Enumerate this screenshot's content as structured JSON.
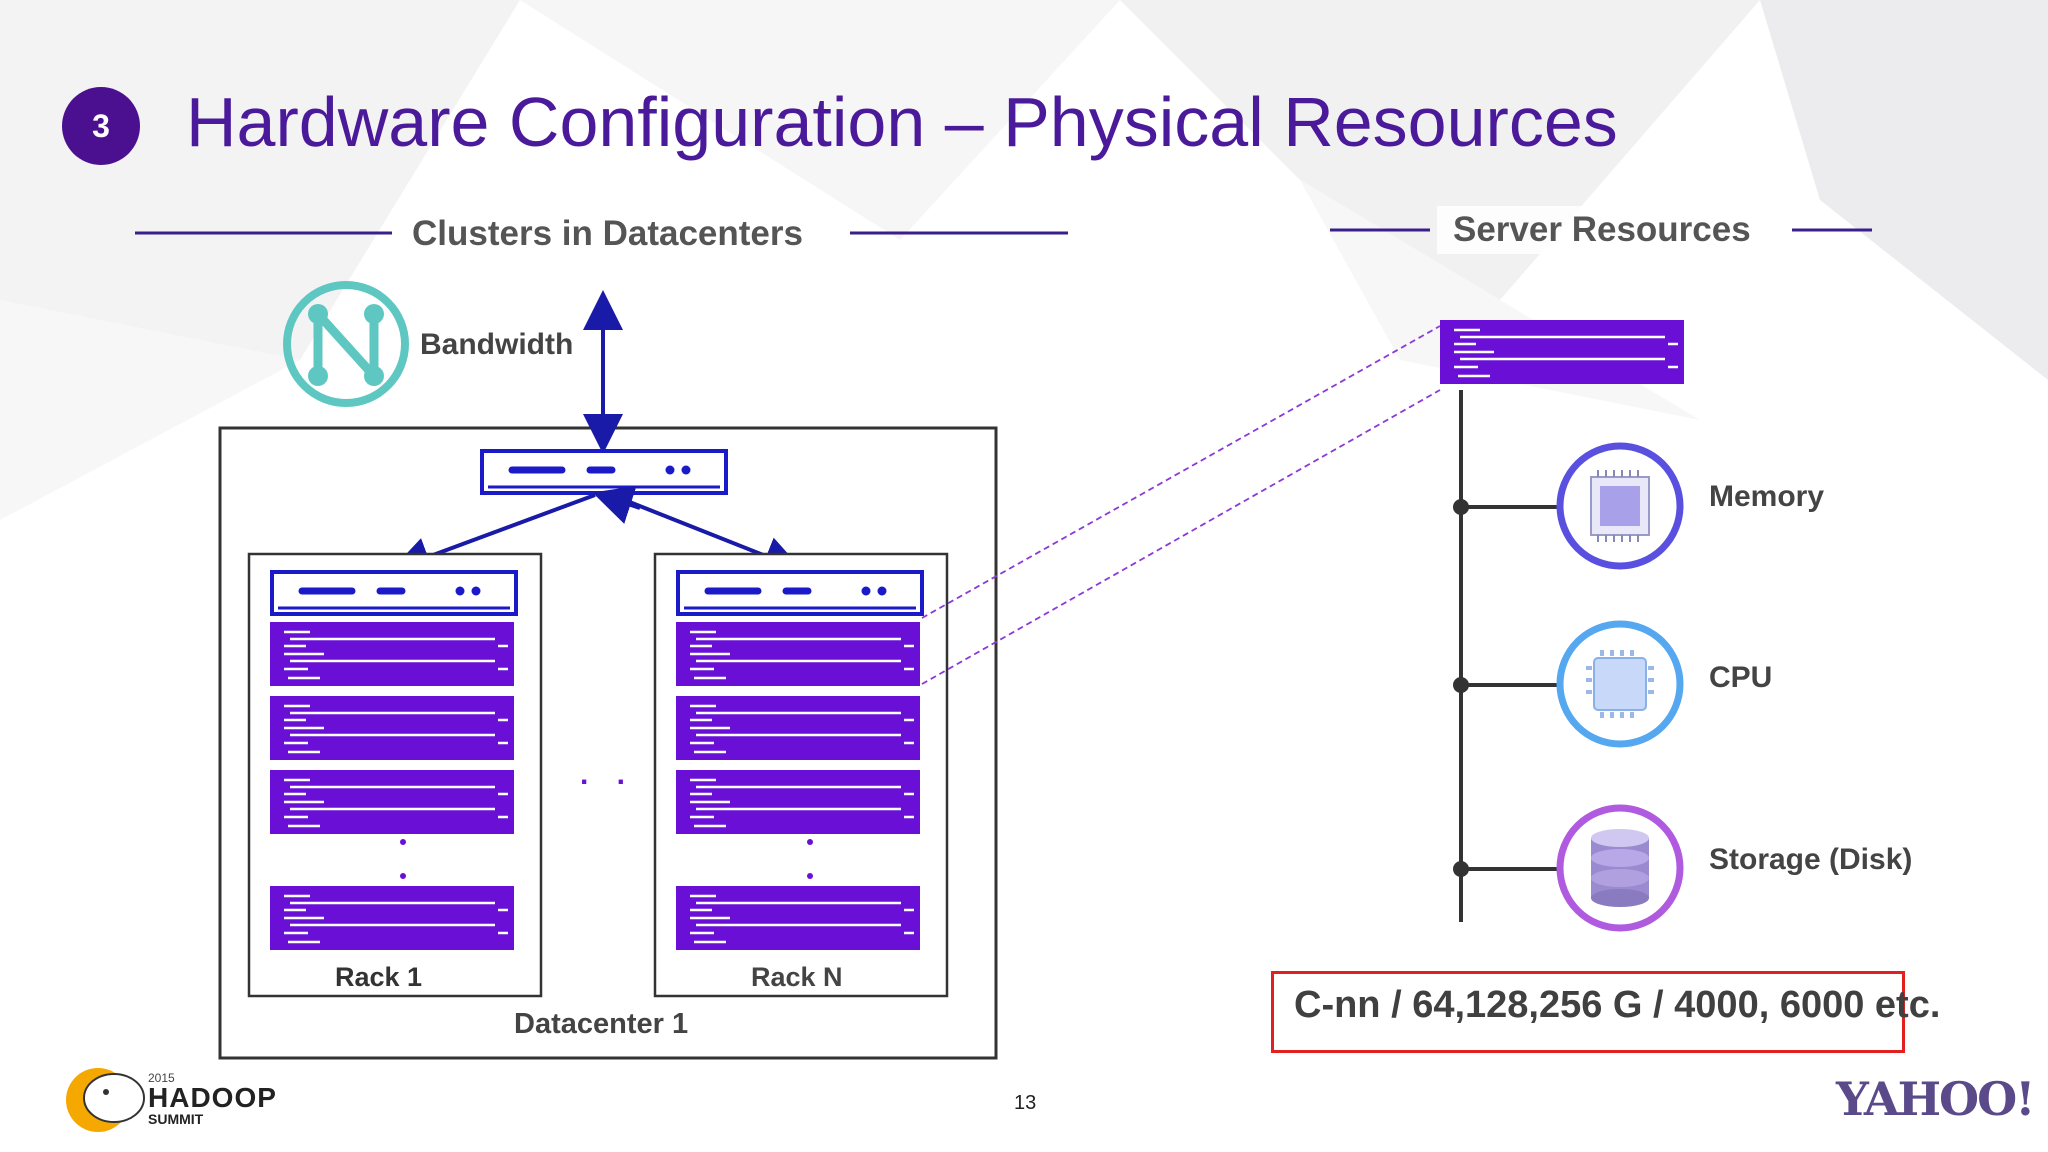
{
  "slide": {
    "number": "3",
    "title": "Hardware Configuration – Physical Resources",
    "page_number": "13"
  },
  "sections": {
    "clusters": "Clusters in Datacenters",
    "server": "Server Resources"
  },
  "diagram": {
    "bandwidth_label": "Bandwidth",
    "rack1_label": "Rack 1",
    "rackn_label": "Rack N",
    "datacenter_label": "Datacenter 1",
    "ellipsis": ". ."
  },
  "resources": [
    {
      "label": "Memory",
      "icon": "memory-chip-icon"
    },
    {
      "label": "CPU",
      "icon": "cpu-icon"
    },
    {
      "label": "Storage (Disk)",
      "icon": "database-icon"
    }
  ],
  "capacity_text": "C-nn / 64,128,256 G / 4000, 6000 etc.",
  "logos": {
    "hadoop_year": "2015",
    "hadoop_name": "HADOOP",
    "hadoop_summit": "SUMMIT",
    "yahoo": "YAHOO!"
  },
  "colors": {
    "title": "#4b1a9a",
    "server_purple": "#6a0fd6",
    "switch_blue": "#1a1ac8",
    "accent_teal": "#5fc7c2",
    "memory_ring": "#5a50e0",
    "cpu_ring": "#55a8f0",
    "storage_ring": "#b05ae0",
    "highlight": "#e32020"
  }
}
